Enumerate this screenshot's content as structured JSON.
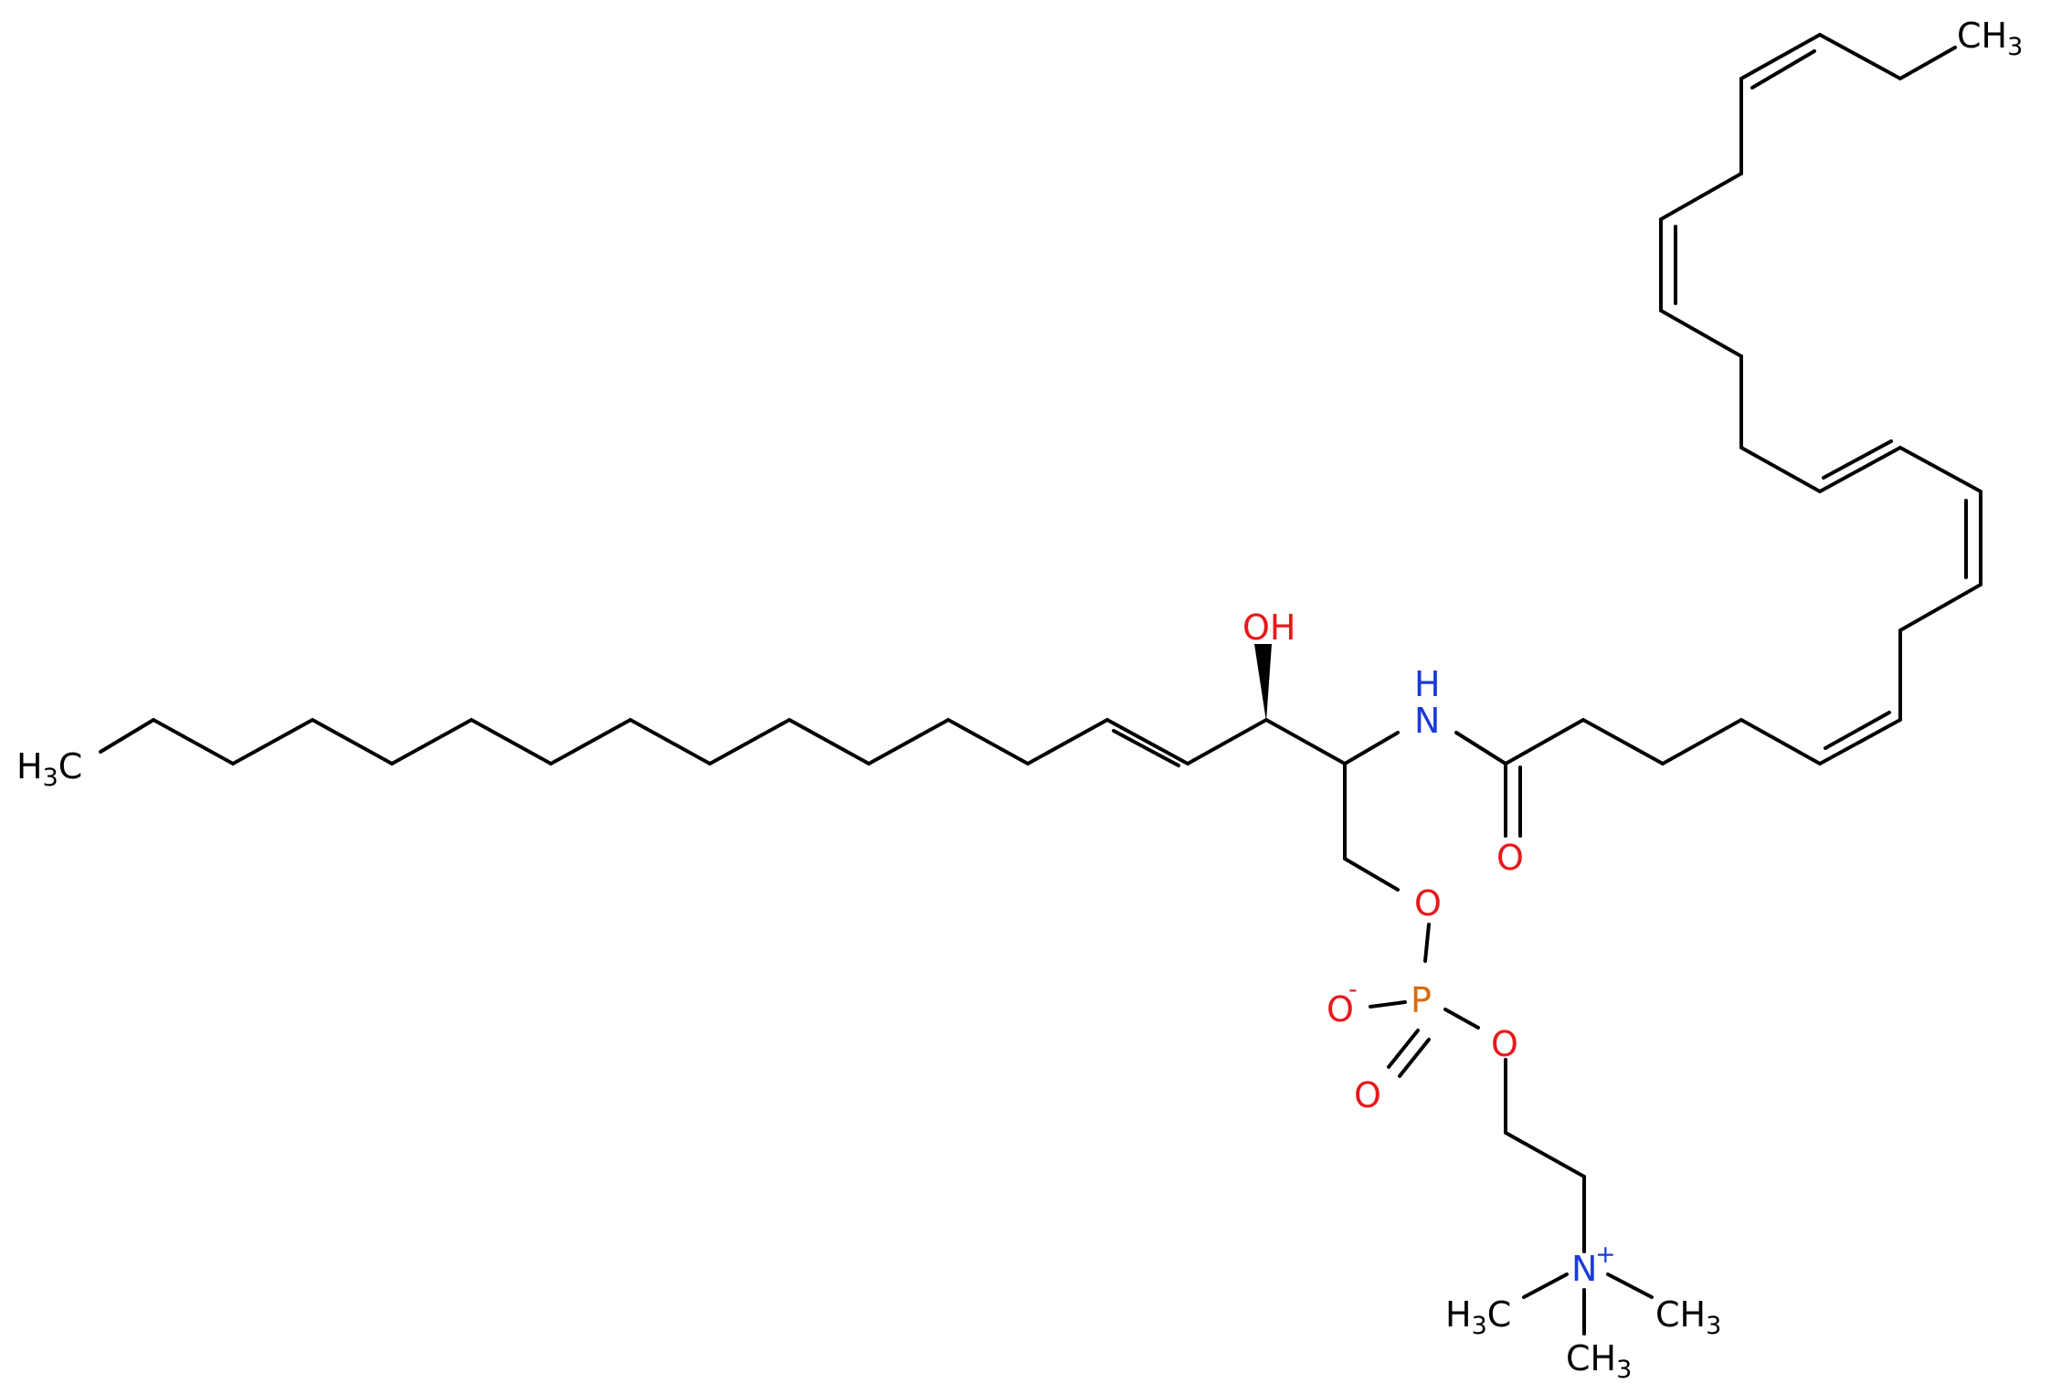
{
  "labels": {
    "ch3_left": {
      "main": "H",
      "sub": "3",
      "tail": "C"
    },
    "ch3_top": {
      "main": "CH",
      "sub": "3"
    },
    "oh": "OH",
    "nh_n": "N",
    "nh_h": "H",
    "o_carbonyl": "O",
    "o_ester": "O",
    "p": "P",
    "o_minus": "O",
    "minus": "-",
    "o_double": "O",
    "o_choline": "O",
    "n_plus": "N",
    "plus": "+",
    "me_left": {
      "main": "H",
      "sub": "3",
      "tail": "C"
    },
    "me_right": {
      "main": "CH",
      "sub": "3"
    },
    "me_bottom": {
      "main": "CH",
      "sub": "3"
    }
  },
  "colors": {
    "bond": "#000000",
    "carbon_text": "#000000",
    "oxygen": "#e8181a",
    "nitrogen": "#1a3adb",
    "phosphorus": "#d96b0b"
  }
}
